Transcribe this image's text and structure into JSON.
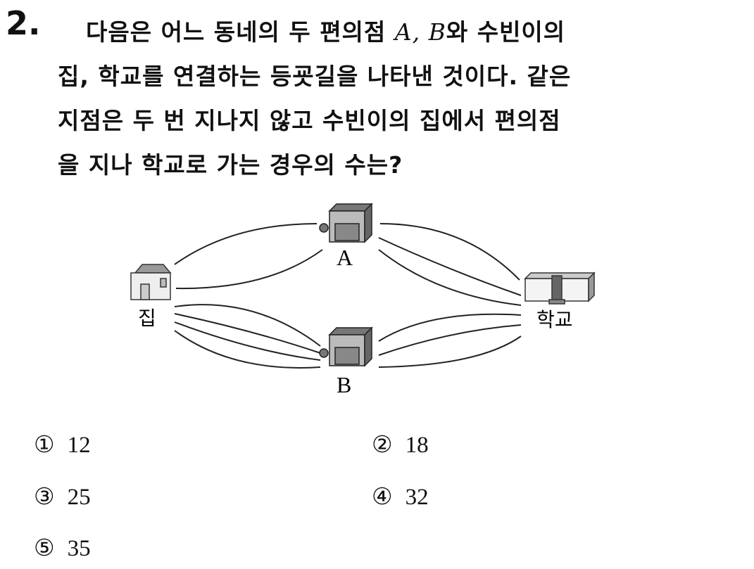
{
  "problem": {
    "number": "2.",
    "line1_a": "다음은 어느 동네의 두 편의점 ",
    "var_a": "A",
    "comma": ", ",
    "var_b": "B",
    "line1_b": "와 수빈이의",
    "line2": "집, 학교를 연결하는 등굣길을 나타낸 것이다. 같은",
    "line3": "지점은 두 번 지나지 않고 수빈이의 집에서 편의점",
    "line4": "을 지나 학교로 가는 경우의 수는?"
  },
  "diagram": {
    "home_label": "집",
    "school_label": "학교",
    "store_a_label": "A",
    "store_b_label": "B",
    "roads": {
      "home_a": 2,
      "a_school": 3,
      "home_b": 4,
      "b_school": 3
    }
  },
  "choices": [
    {
      "mark": "①",
      "value": "12"
    },
    {
      "mark": "②",
      "value": "18"
    },
    {
      "mark": "③",
      "value": "25"
    },
    {
      "mark": "④",
      "value": "32"
    },
    {
      "mark": "⑤",
      "value": "35"
    }
  ]
}
